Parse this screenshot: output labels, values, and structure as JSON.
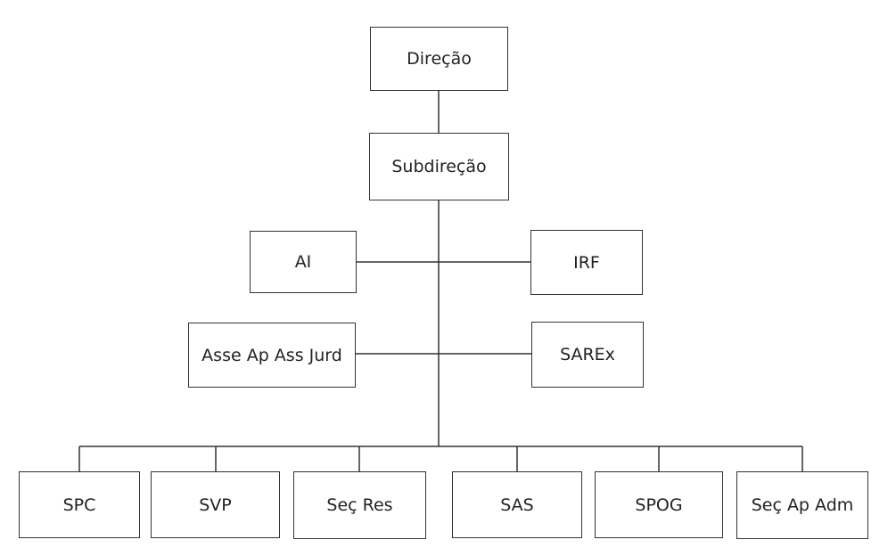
{
  "org_chart": {
    "top": "Direção",
    "second": "Subdireção",
    "staff_left_upper": "AI",
    "staff_right_upper": "IRF",
    "staff_left_lower": "Asse Ap Ass Jurd",
    "staff_right_lower": "SAREx",
    "sections": [
      "SPC",
      "SVP",
      "Seç Res",
      "SAS",
      "SPOG",
      "Seç Ap Adm"
    ]
  },
  "colors": {
    "line": "#333333",
    "text": "#222222",
    "background": "#ffffff"
  }
}
